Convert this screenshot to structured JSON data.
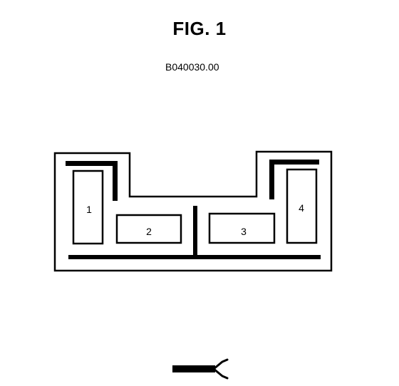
{
  "figure": {
    "title": "FIG. 1",
    "code": "B040030.00"
  },
  "connector": {
    "pins": [
      {
        "label": "1"
      },
      {
        "label": "2"
      },
      {
        "label": "3"
      },
      {
        "label": "4"
      }
    ]
  },
  "colors": {
    "ink": "#000000",
    "background": "#ffffff"
  }
}
